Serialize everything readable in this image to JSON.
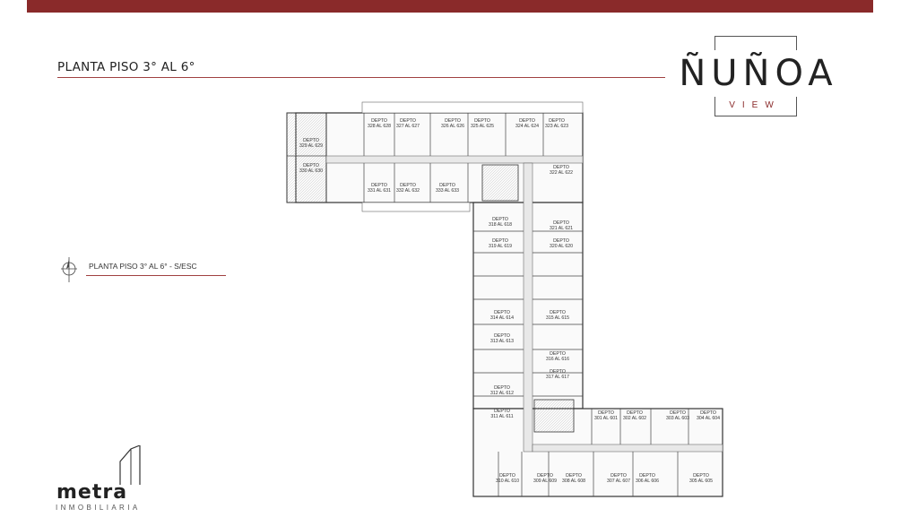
{
  "page": {
    "title": "PLANTA PISO 3° AL 6°",
    "accent_color": "#8a2a2a"
  },
  "brand": {
    "name": "ÑUÑOA",
    "tagline": "VIEW"
  },
  "legend": {
    "label": "PLANTA PISO 3° AL 6° - S/ESC",
    "icon": "north-arrow-icon"
  },
  "developer": {
    "name": "metra",
    "subtitle": "INMOBILIARIA"
  },
  "units": [
    {
      "label": "DEPTO",
      "range": "328 AL 628"
    },
    {
      "label": "DEPTO",
      "range": "327 AL 627"
    },
    {
      "label": "DEPTO",
      "range": "326 AL 626"
    },
    {
      "label": "DEPTO",
      "range": "325 AL 625"
    },
    {
      "label": "DEPTO",
      "range": "324 AL 624"
    },
    {
      "label": "DEPTO",
      "range": "323 AL 623"
    },
    {
      "label": "DEPTO",
      "range": "329 AL 629"
    },
    {
      "label": "DEPTO",
      "range": "330 AL 630"
    },
    {
      "label": "DEPTO",
      "range": "331 AL 631"
    },
    {
      "label": "DEPTO",
      "range": "332 AL 632"
    },
    {
      "label": "DEPTO",
      "range": "333 AL 633"
    },
    {
      "label": "DEPTO",
      "range": "322 AL 622"
    },
    {
      "label": "DEPTO",
      "range": "318 AL 618"
    },
    {
      "label": "DEPTO",
      "range": "321 AL 621"
    },
    {
      "label": "DEPTO",
      "range": "319 AL 619"
    },
    {
      "label": "DEPTO",
      "range": "320 AL 620"
    },
    {
      "label": "DEPTO",
      "range": "314 AL 614"
    },
    {
      "label": "DEPTO",
      "range": "315 AL 615"
    },
    {
      "label": "DEPTO",
      "range": "313 AL 613"
    },
    {
      "label": "DEPTO",
      "range": "316 AL 616"
    },
    {
      "label": "DEPTO",
      "range": "317 AL 617"
    },
    {
      "label": "DEPTO",
      "range": "312 AL 612"
    },
    {
      "label": "DEPTO",
      "range": "311 AL 611"
    },
    {
      "label": "DEPTO",
      "range": "301 AL 601"
    },
    {
      "label": "DEPTO",
      "range": "302 AL 602"
    },
    {
      "label": "DEPTO",
      "range": "303 AL 603"
    },
    {
      "label": "DEPTO",
      "range": "304 AL 604"
    },
    {
      "label": "DEPTO",
      "range": "310 AL 610"
    },
    {
      "label": "DEPTO",
      "range": "309 AL 609"
    },
    {
      "label": "DEPTO",
      "range": "308 AL 608"
    },
    {
      "label": "DEPTO",
      "range": "307 AL 607"
    },
    {
      "label": "DEPTO",
      "range": "306 AL 606"
    },
    {
      "label": "DEPTO",
      "range": "305 AL 605"
    }
  ]
}
